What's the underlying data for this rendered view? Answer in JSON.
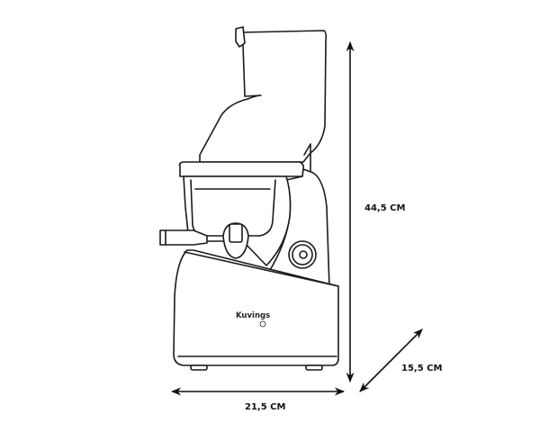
{
  "product": {
    "brand_logo": "Kuvings"
  },
  "dimensions": {
    "height": "44,5 CM",
    "width": "21,5 CM",
    "depth": "15,5 CM"
  },
  "colors": {
    "line": "#1a1a1a",
    "background": "#ffffff"
  }
}
